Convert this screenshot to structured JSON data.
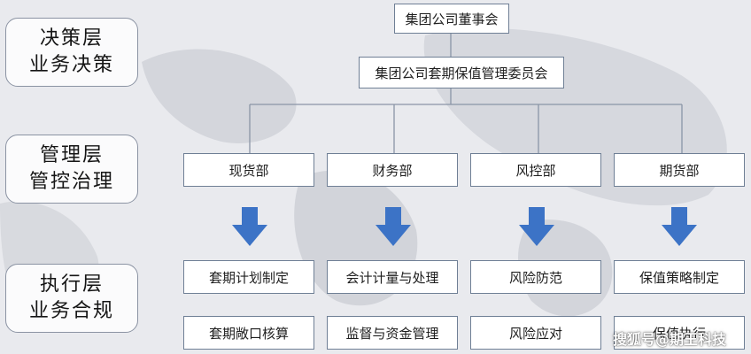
{
  "tiers": [
    {
      "line1": "决策层",
      "line2": "业务决策"
    },
    {
      "line1": "管理层",
      "line2": "管控治理"
    },
    {
      "line1": "执行层",
      "line2": "业务合规"
    }
  ],
  "top": {
    "board": "集团公司董事会",
    "committee": "集团公司套期保值管理委员会"
  },
  "departments": [
    {
      "name": "现货部",
      "tasks": [
        "套期计划制定",
        "套期敞口核算"
      ]
    },
    {
      "name": "财务部",
      "tasks": [
        "会计计量与处理",
        "监督与资金管理"
      ]
    },
    {
      "name": "风控部",
      "tasks": [
        "风险防范",
        "风险应对"
      ]
    },
    {
      "name": "期货部",
      "tasks": [
        "保值策略制定",
        "保值执行"
      ]
    }
  ],
  "watermark": "搜狐号@期王科技",
  "colors": {
    "arrow": "#3c73c6",
    "node_border": "#6f7f95",
    "line": "#8a95a6"
  }
}
